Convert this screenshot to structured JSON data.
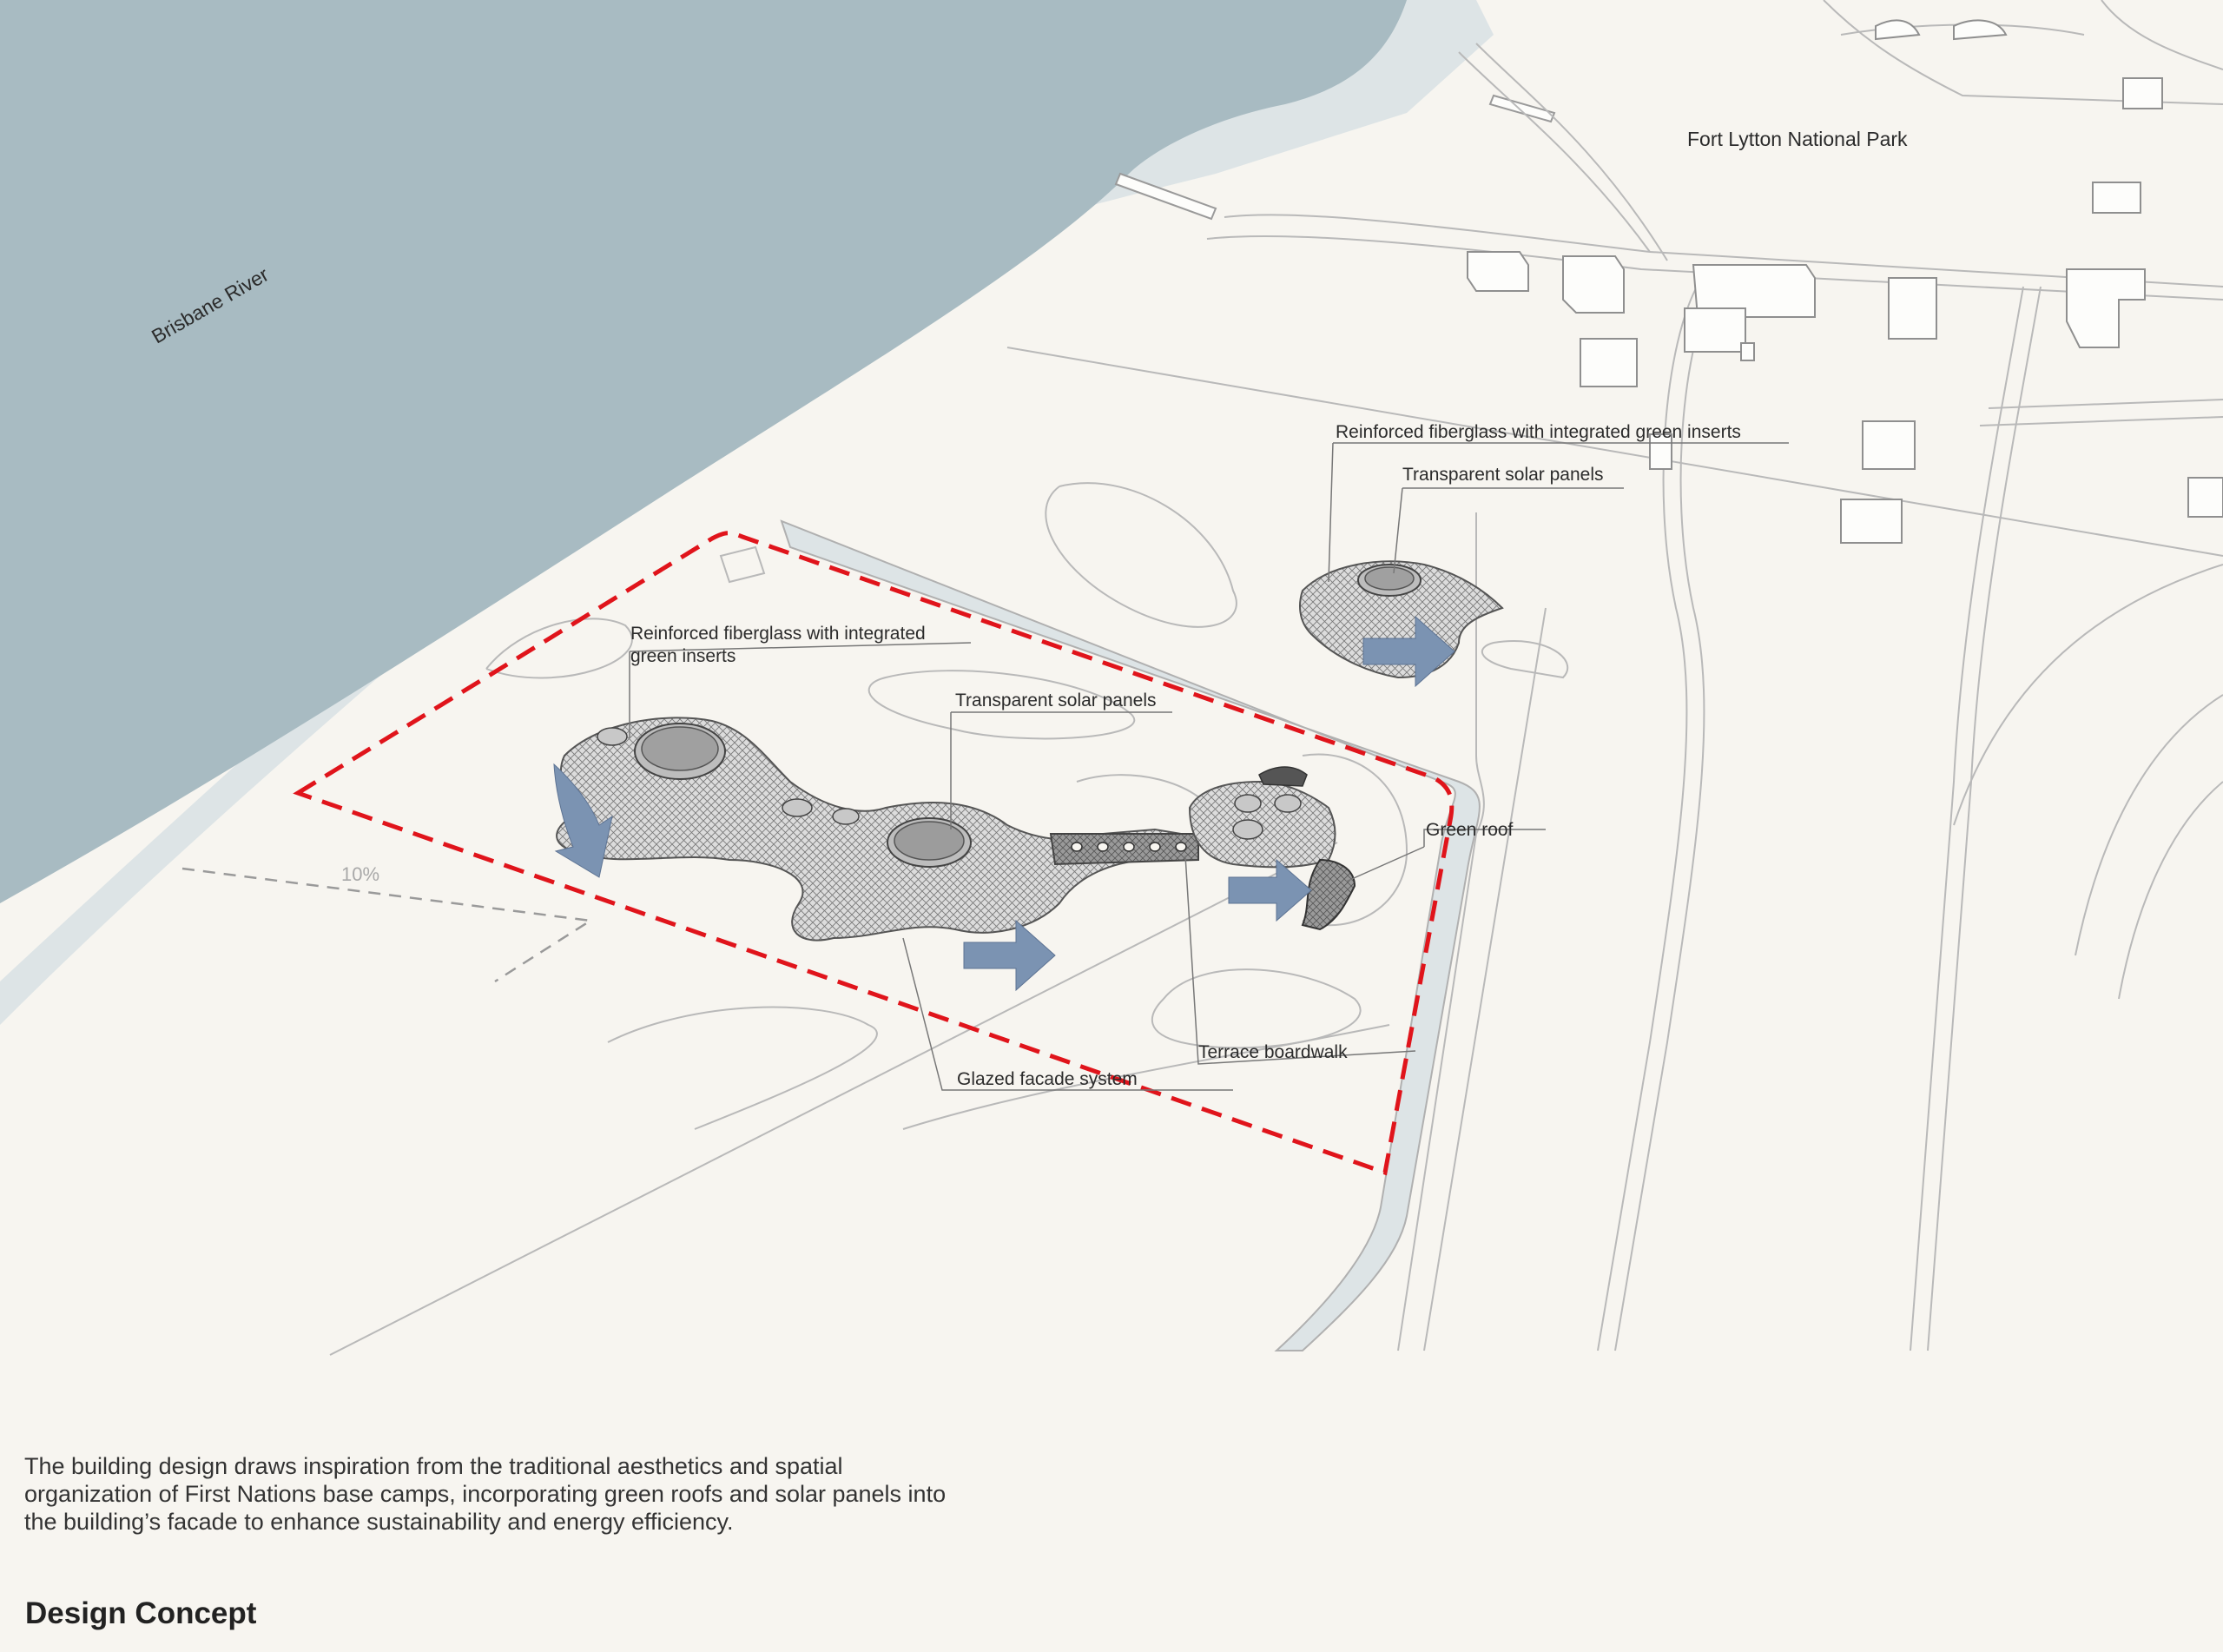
{
  "map_labels": {
    "river": "Brisbane River",
    "park": "Fort Lytton National Park",
    "slope": "10%"
  },
  "annotations": {
    "main_fiberglass": "Reinforced fiberglass with integrated",
    "main_fiberglass_2": "green inserts",
    "main_solar": "Transparent solar panels",
    "green_roof": "Green roof",
    "terrace": "Terrace boardwalk",
    "glazed": "Glazed facade system",
    "small_fiberglass": "Reinforced fiberglass with integrated green inserts",
    "small_solar": "Transparent solar panels"
  },
  "caption": "The building design draws inspiration from the traditional aesthetics and spatial organization of First Nations base camps, incorporating green roofs and solar panels into the building’s facade to enhance sustainability and energy efficiency.",
  "heading": "Design Concept",
  "colors": {
    "background": "#f7f5f0",
    "river": "#a8bbc2",
    "bank": "#dde4e6",
    "boundary": "#e0141b",
    "arrow": "#7b93b2",
    "line": "#b9b9b9"
  }
}
